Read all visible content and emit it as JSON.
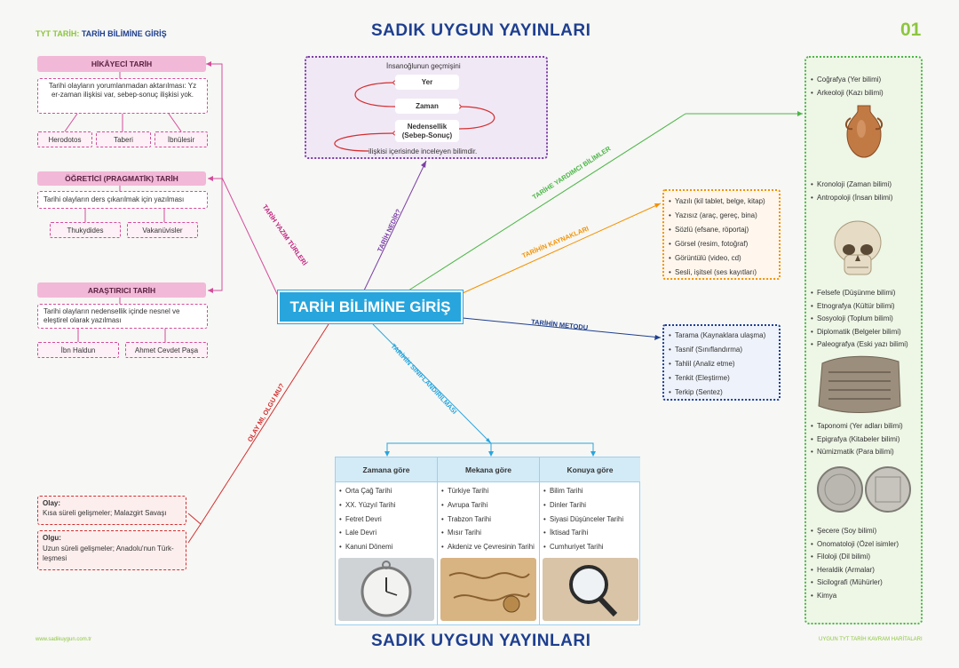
{
  "header": {
    "subject": "TYT TARİH:",
    "topic": "TARİH BİLİMİNE GİRİŞ",
    "publisher_top": "SADIK  UYGUN  YAYINLARI",
    "publisher_bottom": "SADIK  UYGUN  YAYINLARI",
    "page_number": "01"
  },
  "footer": {
    "website": "www.sadikuygun.com.tr",
    "series": "UYGUN TYT TARİH KAVRAM HARİTALARI"
  },
  "center": {
    "title": "TARİH BİLİMİNE GİRİŞ"
  },
  "branches": {
    "yazim_turleri": "TARİH YAZIM TÜRLERİ",
    "nedir": "TARİH NEDİR?",
    "yardimci_bilimler": "TARİHE YARDIMCI BİLİMLER",
    "kaynaklar": "TARİHİN KAYNAKLARI",
    "metodu": "TARİHİN METODU",
    "siniflandirilmasi": "TARİHİN SINIFLANDIRILMASI",
    "olay_olgu": "OLAY MI, OLGU MU?"
  },
  "colors": {
    "accent_green": "#8cc63f",
    "navy": "#1e3f8f",
    "center_blue": "#28a5dc"
  },
  "history_types": {
    "hikayeci": {
      "title": "HİKÂYECİ TARİH",
      "desc": "Tarihi olayların yorumlanmadan aktarılması: Yz er-zaman ilişkisi var, sebep-sonuç ilişkisi yok.",
      "examples": [
        "Herodotos",
        "Taberi",
        "İbnülesir"
      ]
    },
    "ogretici": {
      "title": "ÖĞRETİCİ (PRAGMATİK) TARİH",
      "desc": "Tarihi olayların ders çıkarılmak için yazılması",
      "examples": [
        "Thukydides",
        "Vakanüvisler"
      ]
    },
    "arastirici": {
      "title": "ARAŞTIRICI TARİH",
      "desc": "Tarihi olayların nedensellik içinde nesnel ve eleştirel olarak yazılması",
      "examples": [
        "İbn Haldun",
        "Ahmet Cevdet Paşa"
      ]
    }
  },
  "definition": {
    "intro": "İnsanoğlunun geçmişini",
    "yer": "Yer",
    "zaman": "Zaman",
    "nedensellik": "Nedensellik",
    "sebep_sonuc": "(Sebep-Sonuç)",
    "outro": "ilişkisi içerisinde inceleyen bilimdir."
  },
  "sources": [
    "Yazılı (kil tablet, belge, kitap)",
    "Yazısız (araç, gereç, bina)",
    "Sözlü (efsane, röportaj)",
    "Görsel (resim, fotoğraf)",
    "Görüntülü (video, cd)",
    "Sesli, işitsel (ses kayıtları)"
  ],
  "method": [
    "Tarama (Kaynaklara ulaşma)",
    "Tasnif (Sınıflandırma)",
    "Tahlil (Analiz etme)",
    "Tenkit (Eleştirme)",
    "Terkip (Sentez)"
  ],
  "aux_sciences": {
    "group1": [
      "Coğrafya (Yer bilimi)",
      "Arkeoloji (Kazı bilimi)"
    ],
    "group2": [
      "Kronoloji (Zaman bilimi)",
      "Antropoloji (İnsan bilimi)"
    ],
    "group3": [
      "Felsefe (Düşünme bilimi)",
      "Etnografya (Kültür bilimi)",
      "Sosyoloji (Toplum bilimi)",
      "Diplomatik (Belgeler bilimi)",
      "Paleografya (Eski yazı bilimi)"
    ],
    "group4": [
      "Taponomi (Yer adları bilimi)",
      "Epigrafya (Kitabeler bilimi)",
      "Nümizmatik (Para bilimi)"
    ],
    "group5": [
      "Şecere (Soy bilimi)",
      "Onomatoloji (Özel isimler)",
      "Filoloji (Dil bilimi)",
      "Heraldik (Armalar)",
      "Sicilografi (Mühürler)",
      "Kimya"
    ]
  },
  "classification": {
    "columns": [
      {
        "title": "Zamana göre",
        "items": [
          "Orta Çağ Tarihi",
          "XX. Yüzyıl Tarihi",
          "Fetret Devri",
          "Lale Devri",
          "Kanuni Dönemi"
        ]
      },
      {
        "title": "Mekana göre",
        "items": [
          "Türkiye Tarihi",
          "Avrupa Tarihi",
          "Trabzon Tarihi",
          "Mısır Tarihi",
          "Akdeniz ve Çevresinin Tarihi"
        ]
      },
      {
        "title": "Konuya göre",
        "items": [
          "Bilim Tarihi",
          "Dinler Tarihi",
          "Siyasi Düşünceler Tarihi",
          "İktisad Tarihi",
          "Cumhuriyet Tarihi"
        ]
      }
    ]
  },
  "event_fact": {
    "olay_title": "Olay:",
    "olay_desc": "Kısa süreli gelişmeler; Malazgirt Savaşı",
    "olgu_title": "Olgu:",
    "olgu_desc": "Uzun süreli gelişmeler; Anadolu'nun Türk-leşmesi"
  }
}
